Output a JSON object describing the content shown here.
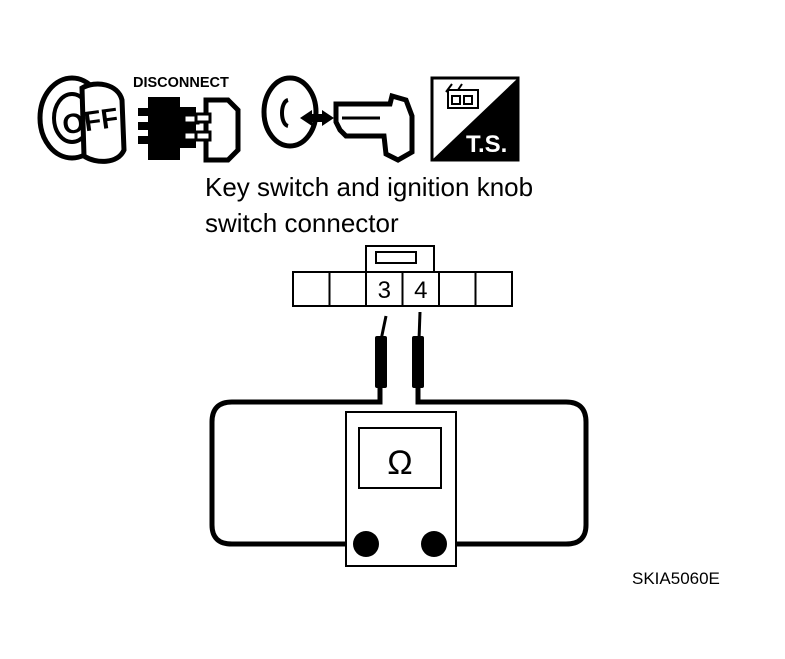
{
  "icons": {
    "ignition": {
      "icon": "ignition-key-off-icon",
      "text": "OFF"
    },
    "disconnect": {
      "icon": "disconnect-connector-icon",
      "text": "DISCONNECT"
    },
    "key_removal": {
      "icon": "key-removal-icon"
    },
    "tester": {
      "icon": "tester-check-icon",
      "text": "T.S."
    }
  },
  "caption": {
    "line1": "Key switch and ignition knob",
    "line2": "switch connector"
  },
  "connector": {
    "pins": [
      "",
      "",
      "3",
      "4",
      "",
      ""
    ]
  },
  "meter": {
    "symbol": "Ω"
  },
  "figure_id": "SKIA5060E"
}
